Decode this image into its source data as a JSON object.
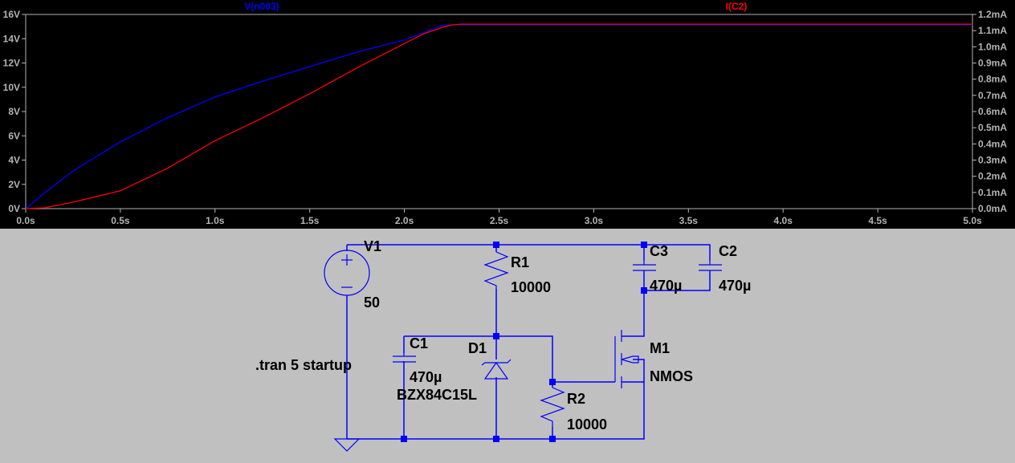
{
  "plot": {
    "background": "#000000",
    "axis_color": "#b4b4b4"
  },
  "chart_data": {
    "type": "line",
    "title": "",
    "xlabel": "",
    "xlim": [
      0,
      5
    ],
    "x_ticks": [
      "0.0s",
      "0.5s",
      "1.0s",
      "1.5s",
      "2.0s",
      "2.5s",
      "3.0s",
      "3.5s",
      "4.0s",
      "4.5s",
      "5.0s"
    ],
    "x_tick_values": [
      0,
      0.5,
      1,
      1.5,
      2,
      2.5,
      3,
      3.5,
      4,
      4.5,
      5
    ],
    "left_axis": {
      "ylim": [
        0,
        16
      ],
      "ticks": [
        "0V",
        "2V",
        "4V",
        "6V",
        "8V",
        "10V",
        "12V",
        "14V",
        "16V"
      ],
      "tick_values": [
        0,
        2,
        4,
        6,
        8,
        10,
        12,
        14,
        16
      ]
    },
    "right_axis": {
      "ylim": [
        0,
        1.2
      ],
      "ticks": [
        "0.0mA",
        "0.1mA",
        "0.2mA",
        "0.3mA",
        "0.4mA",
        "0.5mA",
        "0.6mA",
        "0.7mA",
        "0.8mA",
        "0.9mA",
        "1.0mA",
        "1.1mA",
        "1.2mA"
      ],
      "tick_values": [
        0,
        0.1,
        0.2,
        0.3,
        0.4,
        0.5,
        0.6,
        0.7,
        0.8,
        0.9,
        1.0,
        1.1,
        1.2
      ]
    },
    "grid": false,
    "series": [
      {
        "name": "V(n003)",
        "axis": "left",
        "unit": "V",
        "color": "#0000ff",
        "x": [
          0,
          0.1,
          0.25,
          0.5,
          0.75,
          1.0,
          1.25,
          1.5,
          1.75,
          2.0,
          2.1,
          2.2,
          2.25,
          3,
          4,
          5
        ],
        "y": [
          0,
          1.3,
          3.1,
          5.5,
          7.5,
          9.2,
          10.5,
          11.7,
          12.9,
          13.9,
          14.5,
          15.1,
          15.15,
          15.15,
          15.15,
          15.15
        ]
      },
      {
        "name": "I(C2)",
        "axis": "right",
        "unit": "mA",
        "color": "#ff0000",
        "x": [
          0,
          0.1,
          0.25,
          0.5,
          0.75,
          1.0,
          1.25,
          1.5,
          1.75,
          2.0,
          2.1,
          2.2,
          2.25,
          2.3,
          3,
          4,
          5
        ],
        "y": [
          0,
          0.005,
          0.04,
          0.11,
          0.25,
          0.42,
          0.56,
          0.71,
          0.87,
          1.02,
          1.08,
          1.12,
          1.135,
          1.14,
          1.14,
          1.14,
          1.14
        ]
      }
    ]
  },
  "schematic": {
    "wire_color": "#0000ff",
    "directive": ".tran 5 startup",
    "components": {
      "V1": {
        "name": "V1",
        "value": "50"
      },
      "R1": {
        "name": "R1",
        "value": "10000"
      },
      "R2": {
        "name": "R2",
        "value": "10000"
      },
      "C1": {
        "name": "C1",
        "value": "470µ"
      },
      "C2": {
        "name": "C2",
        "value": "470µ"
      },
      "C3": {
        "name": "C3",
        "value": "470µ"
      },
      "D1": {
        "name": "D1",
        "value": "BZX84C15L"
      },
      "M1": {
        "name": "M1",
        "value": "NMOS"
      }
    }
  }
}
